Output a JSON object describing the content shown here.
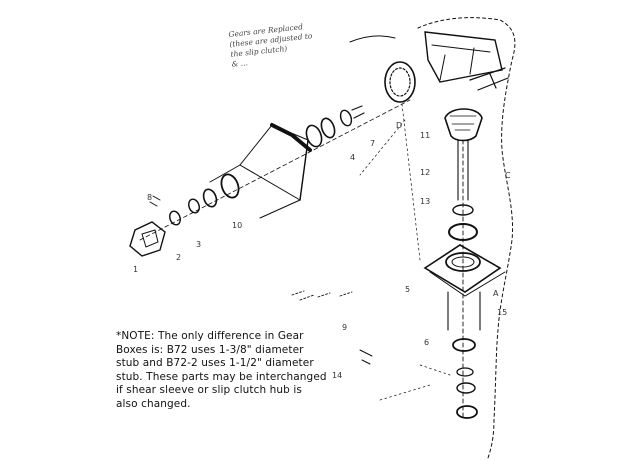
{
  "handwritten_note": {
    "lines": [
      "Gears are Replaced",
      "(these are adjusted to",
      "the slip clutch)",
      "& ..."
    ]
  },
  "note": {
    "lines": [
      "*NOTE:  The only difference in Gear",
      "Boxes is: B72 uses 1-3/8\" diameter",
      "stub and B72-2 uses 1-1/2\" diameter",
      "stub. These parts may be interchanged",
      "if shear sleeve or slip clutch hub is",
      "also changed."
    ]
  },
  "callouts": [
    "1",
    "2",
    "3",
    "4",
    "5",
    "6",
    "7",
    "8",
    "9",
    "10",
    "11",
    "12",
    "13",
    "14",
    "15",
    "D",
    "C",
    "A"
  ]
}
